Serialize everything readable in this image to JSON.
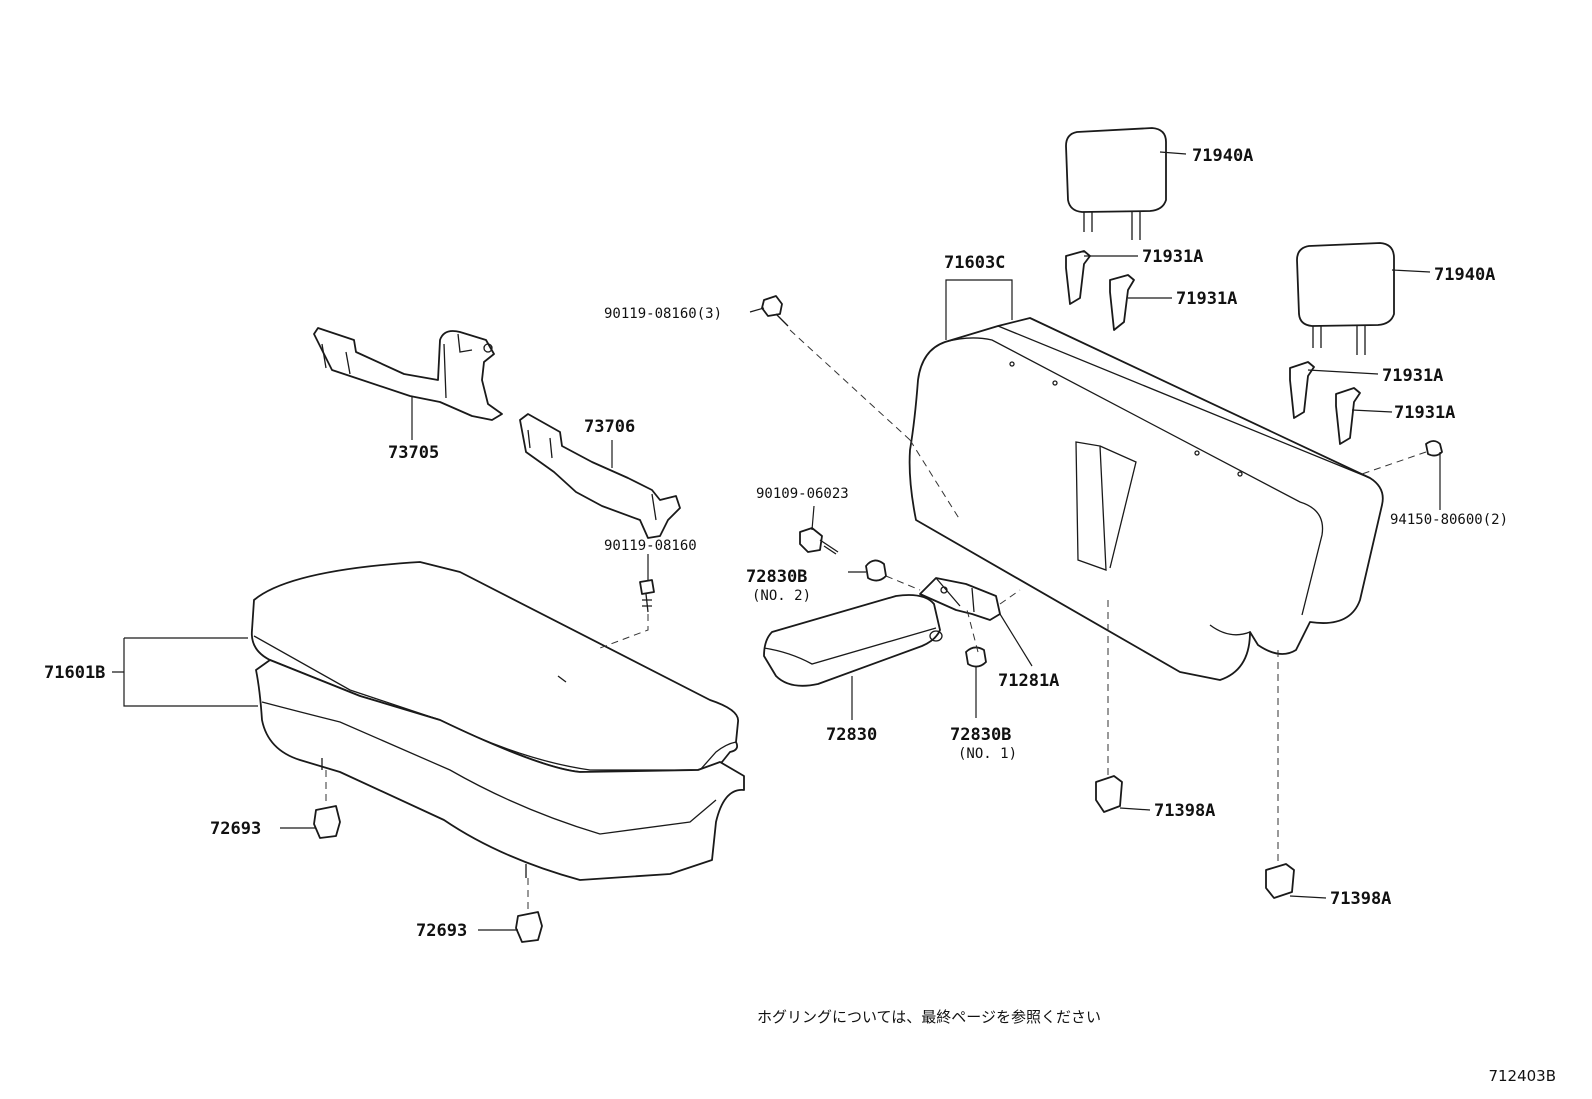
{
  "labels": {
    "hr_upper": "71940A",
    "hr_lower": "71940A",
    "support_1": "71931A",
    "support_2": "71931A",
    "support_3": "71931A",
    "support_4": "71931A",
    "seatback": "71603C",
    "bolt_3": "90119-08160(3)",
    "nut_2": "94150-80600(2)",
    "bracket_left": "73705",
    "bracket_right": "73706",
    "screw": "90109-06023",
    "bolt": "90119-08160",
    "grommet_no2": "72830B",
    "grommet_no2_sub": "(NO. 2)",
    "armrest": "72830",
    "grommet_no1": "72830B",
    "grommet_no1_sub": "(NO. 1)",
    "hinge": "71281A",
    "cushion": "71601B",
    "clip_1": "72693",
    "clip_2": "72693",
    "hook_1": "71398A",
    "hook_2": "71398A"
  },
  "note": "ホグリングについては、最終ページを参照ください",
  "figure_code": "712403B"
}
